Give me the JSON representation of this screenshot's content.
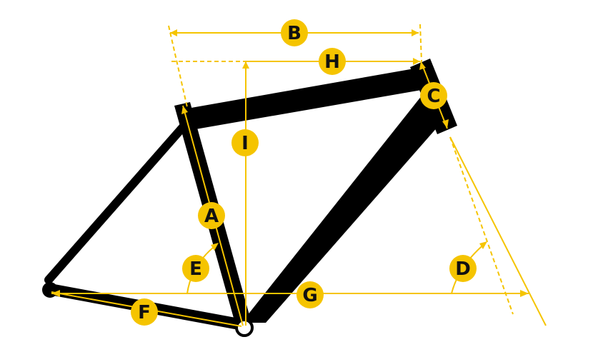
{
  "colors": {
    "frame": "#000000",
    "dimension": "#f5c400",
    "badge_text": "#111111",
    "background": "#ffffff"
  },
  "labels": {
    "A": "A",
    "B": "B",
    "C": "C",
    "D": "D",
    "E": "E",
    "F": "F",
    "G": "G",
    "H": "H",
    "I": "I"
  }
}
